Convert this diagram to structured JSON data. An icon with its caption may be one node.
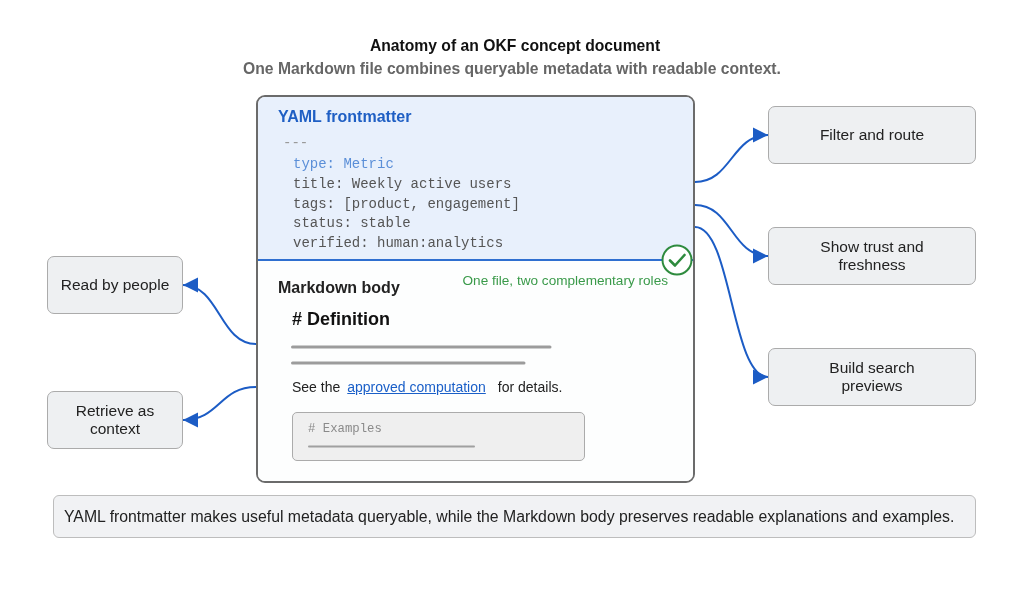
{
  "diagram": {
    "title": "Anatomy of an OKF concept document",
    "nodes": [
      {
        "text": [],
        "shape": "box"
      },
      {
        "text": [
          "YAML frontmatter",
          "---",
          "type: Metric",
          "title: Weekly active users",
          "tags: [product, engagement]",
          "status: stable",
          "verified: human:analytics"
        ],
        "in": 0
      },
      {
        "text": [
          "Markdown body",
          "# Definition",
          "See the",
          "approved computation",
          "for details."
        ],
        "in": 0
      },
      {
        "text": [
          "# Examples"
        ],
        "in": 2
      },
      {
        "text": [
          "Filter and route"
        ]
      },
      {
        "text": [
          "Show trust and freshness"
        ]
      },
      {
        "text": [
          "Read by people"
        ]
      },
      {
        "text": [
          "Build search previews"
        ]
      },
      {
        "text": [
          "Retrieve as context"
        ]
      },
      {
        "text": [
          "YAML frontmatter makes useful metadata queryable, while the Markdown body preserves readable explanations and examples."
        ]
      }
    ],
    "edges": [
      {
        "from": 1,
        "to": 4,
        "arrow": "to"
      },
      {
        "from": 1,
        "to": 5,
        "arrow": "to"
      },
      {
        "from": 1,
        "to": 7,
        "arrow": "to"
      },
      {
        "from": 2,
        "to": 6,
        "arrow": "to"
      },
      {
        "from": 2,
        "to": 8,
        "arrow": "to"
      }
    ],
    "labels": [
      "One Markdown file combines queryable metadata with readable context.",
      "One file, two complementary roles"
    ]
  }
}
